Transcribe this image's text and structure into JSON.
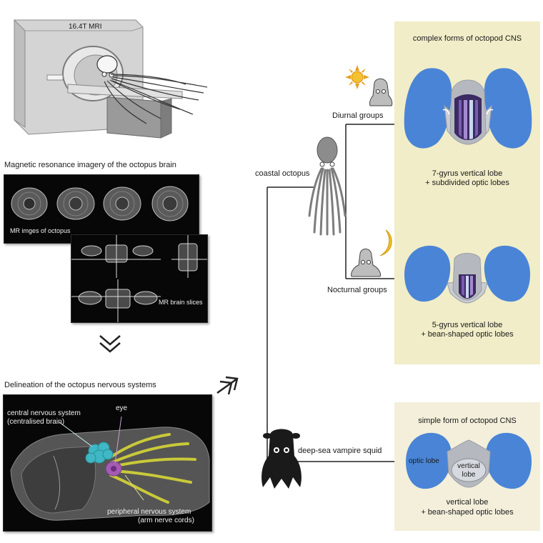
{
  "mri": {
    "machine_label": "16.4T MRI"
  },
  "mr_section": {
    "title": "Magnetic resonance imagery of the octopus brain",
    "panel1_label": "MR imges of octopus",
    "panel2_label": "MR brain slices"
  },
  "delineation": {
    "title": "Delineation of the octopus nervous systems",
    "cns_label_line1": "central nervous system",
    "cns_label_line2": "(centralised brain)",
    "eye_label": "eye",
    "pns_label_line1": "peripheral nervous system",
    "pns_label_line2": "(arm nerve cords)"
  },
  "tree": {
    "coastal": "coastal octopus",
    "diurnal": "Diurnal groups",
    "nocturnal": "Nocturnal groups",
    "vampire": "deep-sea vampire squid"
  },
  "complex_box": {
    "title": "complex forms of octopod CNS",
    "diurnal_caption_line1": "7-gyrus vertical lobe",
    "diurnal_caption_line2": "+ subdivided optic lobes",
    "nocturnal_caption_line1": "5-gyrus vertical lobe",
    "nocturnal_caption_line2": "+ bean-shaped optic lobes"
  },
  "simple_box": {
    "title": "simple form of octopod CNS",
    "optic_lobe_label": "optic lobe",
    "vertical_lobe_line1": "vertical",
    "vertical_lobe_line2": "lobe",
    "caption_line1": "vertical lobe",
    "caption_line2": "+ bean-shaped optic lobes"
  },
  "colors": {
    "optic_lobe": "#4a84d6",
    "brain_grey": "#b5b9bf",
    "vertical_lobe_purple": "#5b3f8f",
    "vertical_lobe_blue": "#b9cde6",
    "cns_cyan": "#3fb7c4",
    "eye_purple": "#a45bb5",
    "nerve_yellow": "#c9c93a",
    "complex_bg": "#f1edc8",
    "simple_bg": "#f3efdb"
  }
}
